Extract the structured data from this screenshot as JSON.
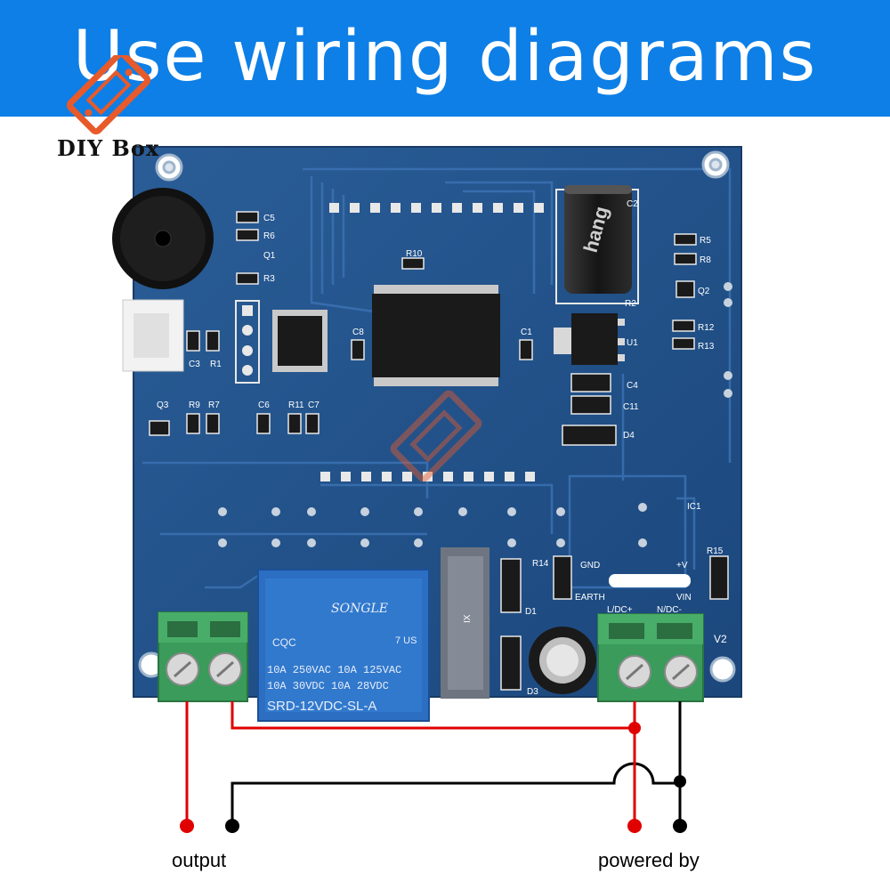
{
  "banner": {
    "title": "Use wiring diagrams"
  },
  "brand": {
    "name": "DIY Box"
  },
  "board": {
    "silkscreen": [
      "C5",
      "R6",
      "Q1",
      "R3",
      "R10",
      "C2",
      "R5",
      "R8",
      "Q2",
      "R2",
      "U1",
      "R12",
      "R13",
      "C8",
      "C1",
      "C3",
      "R1",
      "C4",
      "C11",
      "D4",
      "Q3",
      "R9",
      "R7",
      "C6",
      "R11",
      "C7",
      "IC1",
      "R14",
      "R15",
      "GND",
      "+V",
      "EARTH",
      "VIN",
      "L/DC+",
      "N/DC-",
      "V2",
      "D1",
      "D3",
      "IX"
    ],
    "relay": {
      "brand": "SONGLE",
      "ratings": [
        "10A 250VAC  10A 125VAC",
        "10A  30VDC  10A  28VDC"
      ],
      "model": "SRD-12VDC-SL-A",
      "cert": "CQC",
      "ul": "7 US"
    },
    "capacitor_brand": "hang"
  },
  "labels": {
    "output": "output",
    "powered_by": "powered by"
  },
  "colors": {
    "banner": "#0d7fe6",
    "pcb": "#1f4f86",
    "terminal": "#3a9b5a",
    "relay": "#2b6ec2",
    "wire_red": "#e00000",
    "wire_black": "#000000"
  }
}
